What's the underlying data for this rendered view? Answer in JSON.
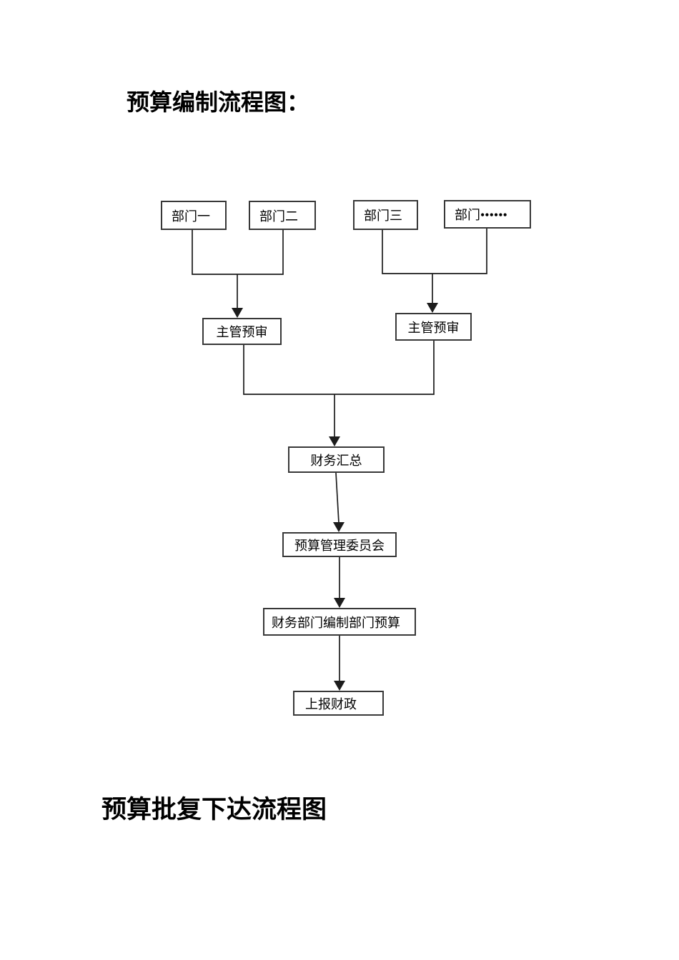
{
  "page": {
    "background": "#ffffff",
    "title_top": "预算编制流程图：",
    "title_bottom": "预算批复下达流程图"
  },
  "flowchart": {
    "nodes": {
      "dept1": "部门一",
      "dept2": "部门二",
      "dept3": "部门三",
      "dept_more": "部门••••••",
      "supervisor_left": "主管预审",
      "supervisor_right": "主管预审",
      "finance_summary": "财务汇总",
      "budget_committee": "预算管理委员会",
      "finance_prepare_budget": "财务部门编制部门预算",
      "report_to_finance": "上报财政"
    },
    "edges": [
      {
        "from": "部门一",
        "to": "主管预审（左）"
      },
      {
        "from": "部门二",
        "to": "主管预审（左）"
      },
      {
        "from": "部门三",
        "to": "主管预审（右）"
      },
      {
        "from": "部门••••••",
        "to": "主管预审（右）"
      },
      {
        "from": "主管预审（左）",
        "to": "财务汇总"
      },
      {
        "from": "主管预审（右）",
        "to": "财务汇总"
      },
      {
        "from": "财务汇总",
        "to": "预算管理委员会"
      },
      {
        "from": "预算管理委员会",
        "to": "财务部门编制部门预算"
      },
      {
        "from": "财务部门编制部门预算",
        "to": "上报财政"
      }
    ],
    "colors": {
      "line": "#1c1c1c",
      "box_border": "#383838",
      "text": "#000000"
    }
  }
}
